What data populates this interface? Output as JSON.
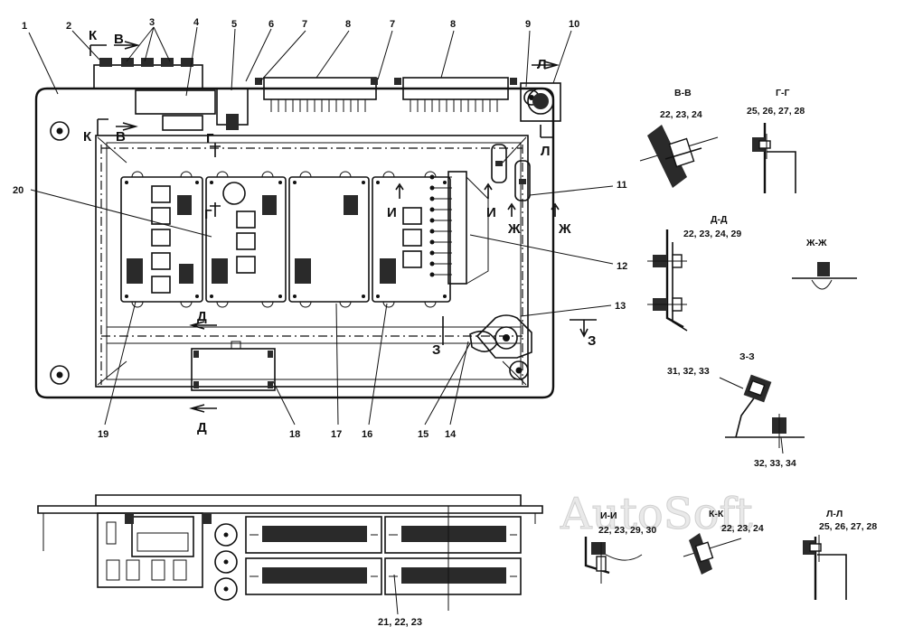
{
  "watermark": "AutoSoft",
  "callouts": [
    "1",
    "2",
    "3",
    "4",
    "5",
    "6",
    "7",
    "7",
    "8",
    "8",
    "9",
    "10",
    "11",
    "12",
    "13",
    "14",
    "15",
    "16",
    "17",
    "18",
    "19",
    "20"
  ],
  "section_letters": {
    "k": "К",
    "v": "В",
    "g": "Г",
    "d": "Д",
    "zh": "Ж",
    "z": "З",
    "i": "И",
    "l": "Л"
  },
  "bottom_callout": "21, 22, 23",
  "sections": [
    {
      "title": "В-В",
      "parts": "22, 23, 24"
    },
    {
      "title": "Г-Г",
      "parts": "25, 26, 27, 28"
    },
    {
      "title": "Д-Д",
      "parts": "22, 23, 24, 29"
    },
    {
      "title": "Ж-Ж",
      "parts": ""
    },
    {
      "title": "З-З",
      "parts": "31, 32, 33",
      "parts2": "32, 33, 34"
    },
    {
      "title": "И-И",
      "parts": "22, 23, 29, 30"
    },
    {
      "title": "К-К",
      "parts": "22, 23, 24"
    },
    {
      "title": "Л-Л",
      "parts": "25, 26, 27, 28"
    }
  ]
}
